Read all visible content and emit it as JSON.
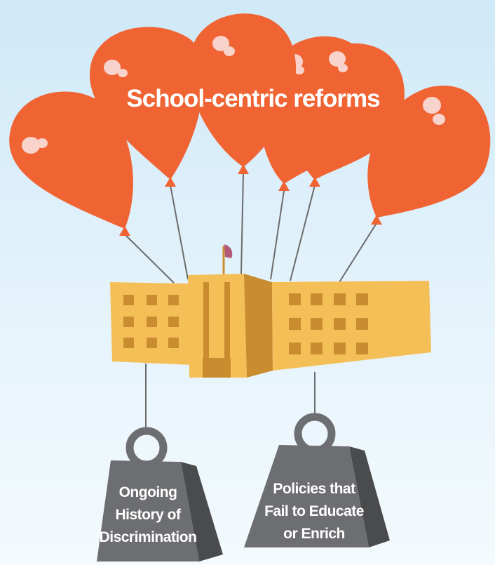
{
  "title": "School-centric reforms",
  "weights": [
    {
      "lines": [
        "Ongoing",
        "History of",
        "Discrimination"
      ]
    },
    {
      "lines": [
        "Policies that",
        "Fail to Educate",
        "or Enrich"
      ]
    }
  ],
  "colors": {
    "balloon": "#f06434",
    "balloon_shine": "#f8d3cb",
    "building_light": "#f5bf58",
    "building_dark": "#c98c2e",
    "building_window": "#c98c2e",
    "weight_front": "#6d6e71",
    "weight_side": "#4a4b4d",
    "flag": "#b35a7a",
    "sky_top": "#cfe9f8",
    "sky_bottom": "#f4fafd"
  }
}
